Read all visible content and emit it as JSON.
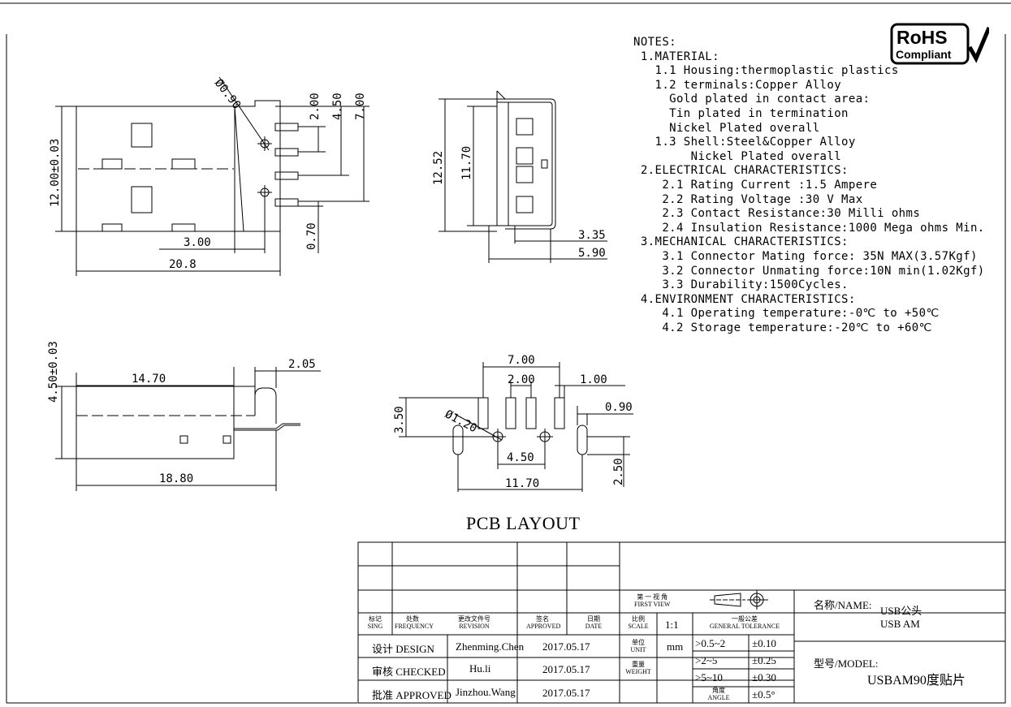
{
  "notes": [
    "NOTES:",
    " 1.MATERIAL:",
    "   1.1 Housing:thermoplastic plastics",
    "   1.2 terminals:Copper Alloy",
    "     Gold plated in contact area:",
    "     Tin plated in termination",
    "     Nickel Plated overall",
    "   1.3 Shell:Steel&Copper Alloy",
    "        Nickel Plated overall",
    " 2.ELECTRICAL CHARACTERISTICS:",
    "    2.1 Rating Current :1.5 Ampere",
    "    2.2 Rating Voltage :30 V Max",
    "    2.3 Contact Resistance:30 Milli ohms",
    "    2.4 Insulation Resistance:1000 Mega ohms Min.",
    " 3.MECHANICAL CHARACTERISTICS:",
    "    3.1 Connector Mating force: 35N MAX(3.57Kgf)",
    "    3.2 Connector Unmating force:10N min(1.02Kgf)",
    "    3.3 Durability:1500Cycles.",
    " 4.ENVIRONMENT CHARACTERISTICS:",
    "    4.1 Operating temperature:-0℃ to +50℃",
    "    4.2 Storage temperature:-20℃ to +60℃"
  ],
  "rohs": {
    "line1": "RoHS",
    "line2": "Compliant"
  },
  "pcb_title": "PCB LAYOUT",
  "dims": {
    "top": {
      "d_090": "Ø0.90",
      "d_200": "2.00",
      "d_450": "4.50",
      "d_700": "7.00",
      "d_1200": "12.00±0.03",
      "d_300": "3.00",
      "d_070": "0.70",
      "d_208": "20.8"
    },
    "side": {
      "d_1252": "12.52",
      "d_1170": "11.70",
      "d_335": "3.35",
      "d_590": "5.90"
    },
    "front": {
      "d_450h": "4.50±0.03",
      "d_1470": "14.70",
      "d_205": "2.05",
      "d_1880": "18.80"
    },
    "pcb": {
      "d_700": "7.00",
      "d_200": "2.00",
      "d_100": "1.00",
      "d_090": "0.90",
      "d_350": "3.50",
      "d_120": "Ø1.20",
      "d_450": "4.50",
      "d_250": "2.50",
      "d_1170": "11.70"
    }
  },
  "title_block": {
    "first_view_cn": "第 一 视 角",
    "first_view_en": "FIRST VIEW",
    "headers": [
      {
        "cn": "标记",
        "en": "SING"
      },
      {
        "cn": "处数",
        "en": "FREQUENCY"
      },
      {
        "cn": "更改文件号",
        "en": "REVISION"
      },
      {
        "cn": "签名",
        "en": "APPROVED"
      },
      {
        "cn": "日期",
        "en": "DATE"
      },
      {
        "cn": "比例",
        "en": "SCALE"
      }
    ],
    "scale_value": "1:1",
    "tolerance_cn": "一般公差",
    "tolerance_en": "GENERAL TOLERANCE",
    "unit_cn": "单位",
    "unit_en": "UNIT",
    "unit_value": "mm",
    "weight_cn": "重量",
    "weight_en": "WEIGHT",
    "angle_cn": "角度",
    "angle_en": "ANGLE",
    "tolerances": [
      {
        "range": ">0.5~2",
        "value": "±0.10"
      },
      {
        "range": ">2~5",
        "value": "±0.25"
      },
      {
        "range": ">5~10",
        "value": "±0.30"
      },
      {
        "value": "±0.5°"
      }
    ],
    "rows": [
      {
        "role": "设计 DESIGN",
        "name": "Zhenming.Chen",
        "date": "2017.05.17"
      },
      {
        "role": "审核 CHECKED",
        "name": "Hu.li",
        "date": "2017.05.17"
      },
      {
        "role": "批准 APPROVED",
        "name": "Jinzhou.Wang",
        "date": "2017.05.17"
      }
    ],
    "name_label": "名称/NAME:",
    "name_value_1": "USB公头",
    "name_value_2": "USB AM",
    "model_label": "型号/MODEL:",
    "model_value": "USBAM90度贴片"
  }
}
